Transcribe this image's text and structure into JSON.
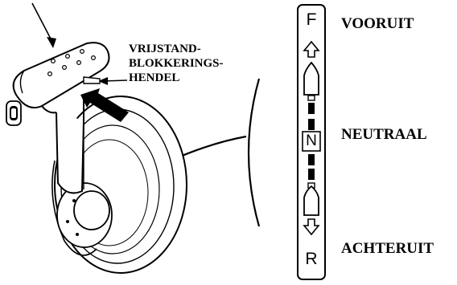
{
  "lever_label": {
    "line1": "VRIJSTAND-",
    "line2": "BLOKKERINGS-",
    "line3": "HENDEL"
  },
  "positions": {
    "forward": "VOORUIT",
    "neutral": "NEUTRAAL",
    "reverse": "ACHTERUIT"
  },
  "indicator": {
    "forward_letter": "F",
    "neutral_letter": "N",
    "reverse_letter": "R"
  }
}
